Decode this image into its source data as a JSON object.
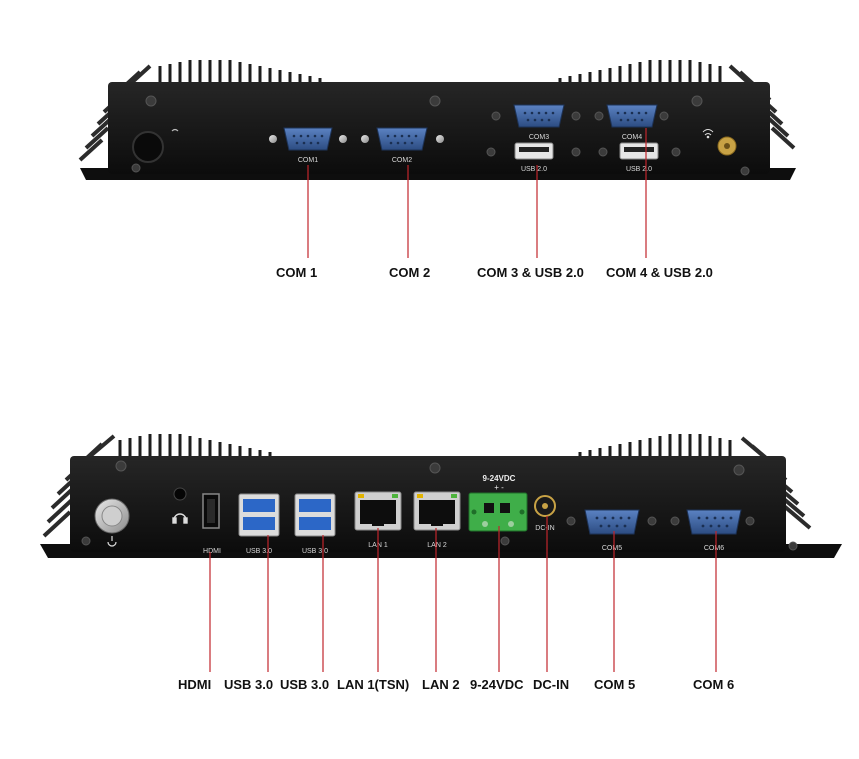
{
  "top_panel": {
    "port_labels": {
      "com1": "COM1",
      "com2": "COM2",
      "com3": "COM3",
      "com4": "COM4",
      "usb_a": "USB 2.0",
      "usb_b": "USB 2.0"
    },
    "callouts": [
      {
        "id": "com1",
        "label": "COM 1"
      },
      {
        "id": "com2",
        "label": "COM 2"
      },
      {
        "id": "com3_usb",
        "label": "COM 3 & USB 2.0"
      },
      {
        "id": "com4_usb",
        "label": "COM 4 & USB 2.0"
      }
    ]
  },
  "bottom_panel": {
    "port_labels": {
      "hdmi": "HDMI",
      "usb3_a": "USB 3.0",
      "usb3_b": "USB 3.0",
      "lan1": "LAN 1",
      "lan2": "LAN 2",
      "power_spec": "9-24VDC",
      "plus_minus": "+   -",
      "dcin": "DC-IN",
      "com5": "COM5",
      "com6": "COM6"
    },
    "callouts": [
      {
        "id": "hdmi",
        "label": "HDMI"
      },
      {
        "id": "usb3_a",
        "label": "USB 3.0"
      },
      {
        "id": "usb3_b",
        "label": "USB 3.0"
      },
      {
        "id": "lan1",
        "label": "LAN 1(TSN)"
      },
      {
        "id": "lan2",
        "label": "LAN 2"
      },
      {
        "id": "power",
        "label": "9-24VDC"
      },
      {
        "id": "dcin",
        "label": "DC-IN"
      },
      {
        "id": "com5",
        "label": "COM 5"
      },
      {
        "id": "com6",
        "label": "COM 6"
      }
    ]
  },
  "colors": {
    "chassis": "#161616",
    "leader_line": "#c0262c",
    "terminal_green": "#3fae49",
    "db9_blue": "#3a5f9c",
    "usb3_blue": "#2c67c7"
  },
  "icons": [
    "power-button-icon",
    "wifi-icon",
    "antenna-icon",
    "headphone-jack-icon",
    "power-symbol-icon"
  ]
}
